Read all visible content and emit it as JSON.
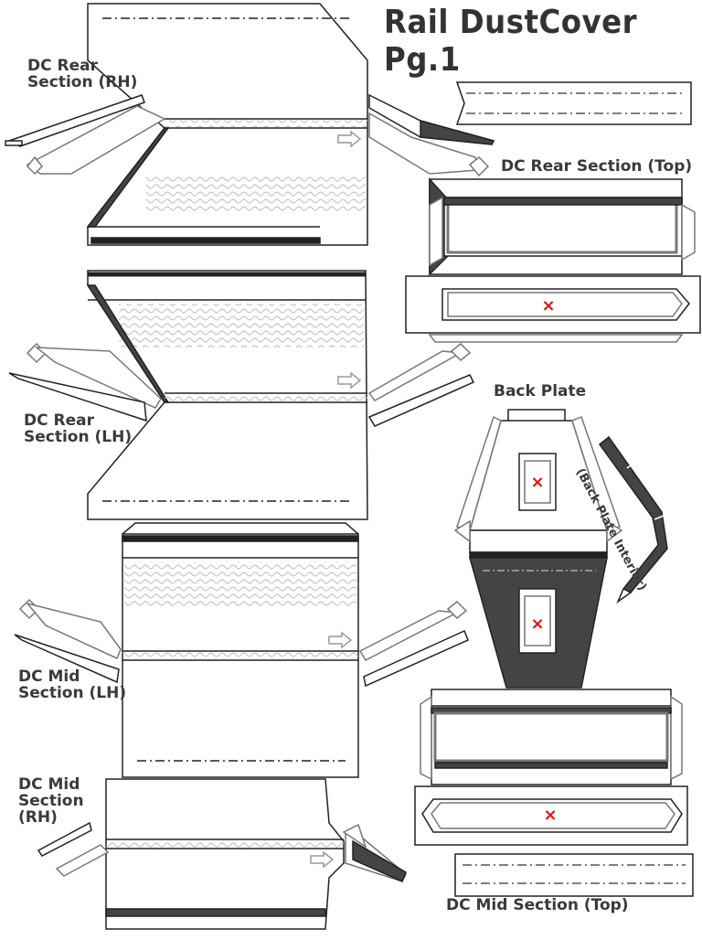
{
  "sheet": {
    "title": "Rail DustCover Pg.1"
  },
  "labels": {
    "rear_rh": "DC Rear\nSection (RH)",
    "rear_top": "DC Rear Section (Top)",
    "rear_lh": "DC Rear\nSection (LH)",
    "back_plate": "Back Plate",
    "back_plate_interior": "(Back Plate Interior)",
    "mid_lh": "DC Mid\nSection (LH)",
    "mid_rh": "DC Mid\nSection\n(RH)",
    "mid_top": "DC Mid Section (Top)"
  },
  "colors": {
    "line": "#222222",
    "fill_dark": "#444444",
    "fill_light": "#ffffff",
    "grey_line": "#888888",
    "mark_red": "#e01010"
  },
  "marks": {
    "cut_x": "×"
  }
}
